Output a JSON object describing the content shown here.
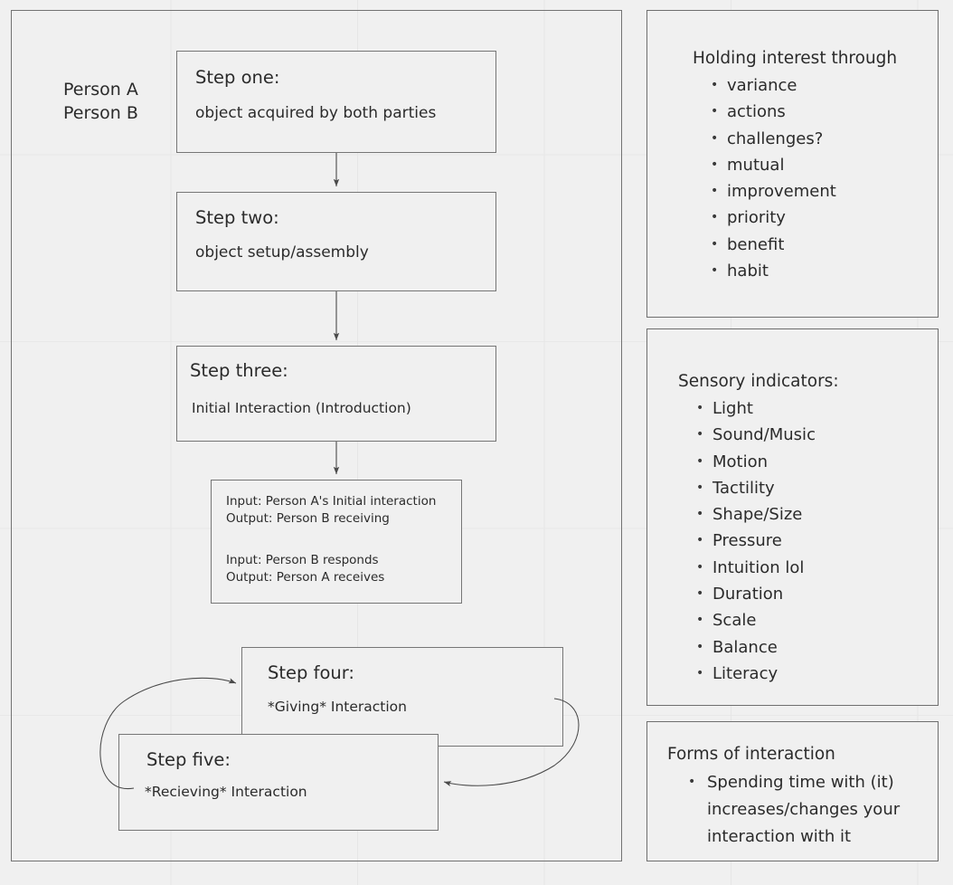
{
  "canvas": {
    "background": "#f0f0f0",
    "grid_color": "#e7e7e7",
    "box_border": "#767676",
    "text_color": "#2b2b2b"
  },
  "flow": {
    "lanes": "Person A\nPerson B",
    "lane_a": "Person A",
    "lane_b": "Person B",
    "steps": [
      {
        "title": "Step one:",
        "body": "object acquired by both parties"
      },
      {
        "title": "Step two:",
        "body": "object setup/assembly"
      },
      {
        "title": "Step three:",
        "body": "Initial Interaction (Introduction)"
      },
      {
        "title": "Step four:",
        "body": "*Giving* Interaction"
      },
      {
        "title": "Step five:",
        "body": "*Recieving* Interaction"
      }
    ],
    "io_box": {
      "line1": "Input: Person A's Initial interaction",
      "line2": "Output: Person B receiving",
      "line3": "Input: Person B responds",
      "line4": "Output: Person A receives"
    }
  },
  "panels": [
    {
      "heading": "Holding interest through",
      "bullet_glyph": "•",
      "items": [
        "variance",
        "actions",
        "challenges?",
        "mutual",
        "improvement",
        "priority",
        "benefit",
        "habit"
      ]
    },
    {
      "heading": "Sensory indicators:",
      "bullet_glyph": "•",
      "items": [
        "Light",
        "Sound/Music",
        "Motion",
        "Tactility",
        "Shape/Size",
        "Pressure",
        "Intuition lol",
        "Duration",
        "Scale",
        "Balance",
        "Literacy"
      ]
    },
    {
      "heading": "Forms of interaction",
      "bullet_glyph": "•",
      "items": [
        "Spending time with (it) increases/changes your interaction with it"
      ]
    }
  ]
}
